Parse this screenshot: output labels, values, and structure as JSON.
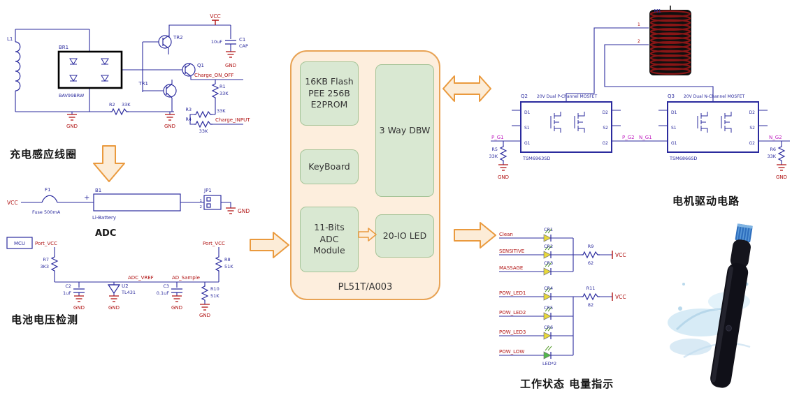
{
  "captions": {
    "charging_coil": "充电感应线圈",
    "battery_detect": "电池电压检测",
    "motor_drive": "电机驱动电路",
    "status_leds": "工作状态 电量指示"
  },
  "mcu": {
    "title": "PL51T/A003",
    "blocks": {
      "flash": "16KB Flash PEE 256B E2PROM",
      "dbw": "3 Way DBW",
      "keyboard": "KeyBoard",
      "adc": "11-Bits ADC Module",
      "io_led": "20-IO LED"
    }
  },
  "charging": {
    "l1": "L1",
    "br1": "BR1",
    "bridge_part": "BAV99BRW",
    "tr2": "TR2",
    "q1": "Q1",
    "tr1": "TR1",
    "vcc": "VCC",
    "c1_ref": "C1",
    "c1_type": "CAP",
    "c1_val": "10uF",
    "r1_ref": "R1",
    "r1_val": "33K",
    "r2_ref": "R2",
    "r2_val": "33K",
    "r3_ref": "R3",
    "r3_val": "33K",
    "r4_ref": "R4",
    "r4_val": "33K",
    "charge_on_off": "Charge_ON_OFF",
    "charge_input": "Charge_INPUT",
    "gnd": "GND"
  },
  "battery": {
    "vcc": "VCC",
    "f1_ref": "F1",
    "f1_val": "Fuse 500mA",
    "plus": "+",
    "b1_ref": "B1",
    "b1_name": "Li-Battery",
    "jp1": "JP1",
    "jp1_pin1": "1",
    "jp1_pin2": "2",
    "gnd": "GND",
    "adc_label": "ADC",
    "mcu_label": "MCU",
    "port_vcc": "Port_VCC",
    "r7_ref": "R7",
    "r7_val": "3K3",
    "c2_ref": "C2",
    "c2_val": "1uF",
    "u2_ref": "U2",
    "u2_part": "TL431",
    "adc_vref": "ADC_VREF",
    "r8_ref": "R8",
    "r8_val": "51K",
    "ad_sample": "AD_Sample",
    "c3_ref": "C3",
    "c3_val": "0.1uF",
    "r10_ref": "R10",
    "r10_val": "51K"
  },
  "motor": {
    "m1": "M1",
    "pin1": "1",
    "pin2": "2",
    "q2_ref": "Q2",
    "q2_desc": "20V Dual P-Channel MOSFET",
    "q2_part": "TSM6963SD",
    "q3_ref": "Q3",
    "q3_desc": "20V Dual N-Channel MOSFET",
    "q3_part": "TSM6866SD",
    "p_g1": "P_G1",
    "p_g2": "P_G2",
    "n_g1": "N_G1",
    "n_g2": "N_G2",
    "r5_ref": "R5",
    "r5_val": "33K",
    "r6_ref": "R6",
    "r6_val": "33K",
    "gnd": "GND",
    "d1": "D1",
    "d2": "D2",
    "s1": "S1",
    "s2": "S2",
    "g1": "G1",
    "g2": "G2"
  },
  "status": {
    "rows_mode": [
      {
        "name": "Clean",
        "ref": "CR1"
      },
      {
        "name": "SENSITIVE",
        "ref": "CR2"
      },
      {
        "name": "MASSAGE",
        "ref": "CR3"
      }
    ],
    "r9_ref": "R9",
    "r9_val": "62",
    "rows_power": [
      {
        "name": "POW_LED1",
        "ref": "CR4"
      },
      {
        "name": "POW_LED2",
        "ref": "CR5"
      },
      {
        "name": "POW_LED3",
        "ref": "CR6"
      },
      {
        "name": "POW_LOW",
        "ref": "LED*2"
      }
    ],
    "r11_ref": "R11",
    "r11_val": "82",
    "vcc": "VCC"
  },
  "colors": {
    "mcu_fill": "#fdeedd",
    "mcu_border": "#e8a355",
    "block_fill": "#d9e8d2",
    "block_border": "#a6c498",
    "arrow_fill": "#fcecd7",
    "arrow_border": "#ea9a3e",
    "wire": "#2b2b9e",
    "net_label": "#b01212",
    "gate_label": "#c020c0",
    "led_yellow": "#e8d83a",
    "led_green": "#52b84a",
    "coil_winding": "#8a1616"
  }
}
